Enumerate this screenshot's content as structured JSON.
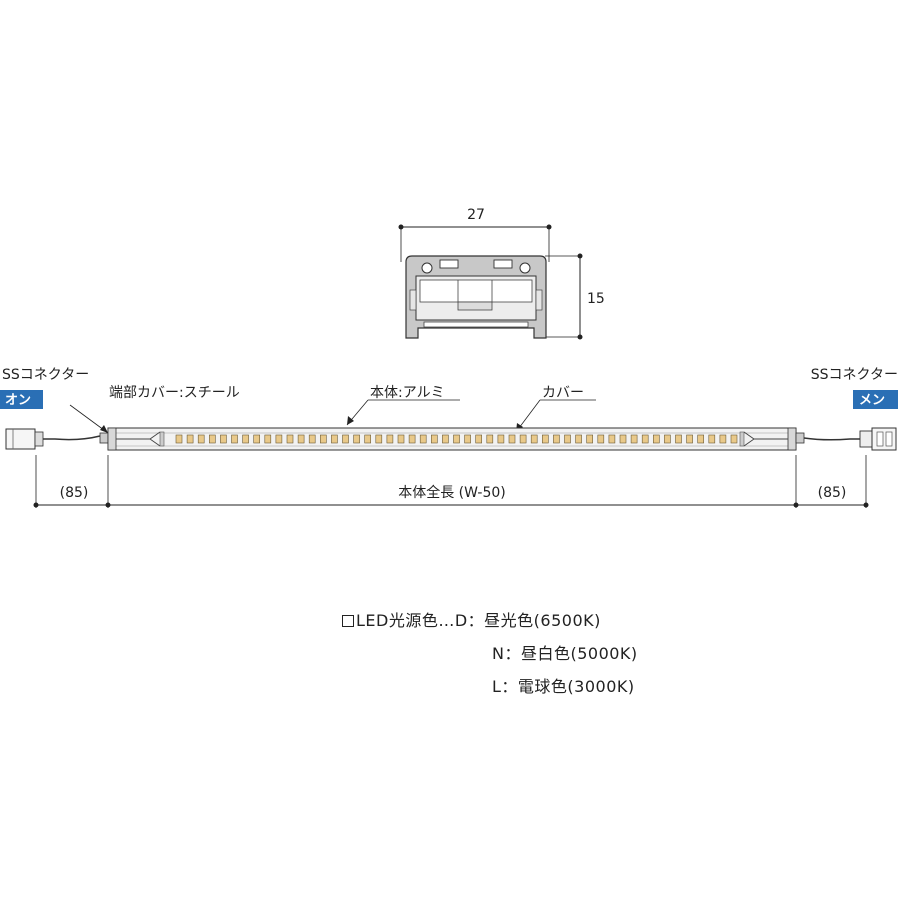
{
  "section_dimensions": {
    "width_label": "27",
    "height_label": "15"
  },
  "labels": {
    "left_connector": "SSコネクター",
    "left_badge": "オン",
    "right_connector": "SSコネクター",
    "right_badge": "メン",
    "end_cover": "端部カバー:スチール",
    "body": "本体:アルミ",
    "cover": "カバー"
  },
  "dimensions": {
    "left_offset": "(85)",
    "total_length": "本体全長 (W-50)",
    "right_offset": "(85)"
  },
  "legend": {
    "row1_prefix": "LED光源色…D：",
    "row1_value": "昼光色(6500K)",
    "row2": "N：昼白色(5000K)",
    "row3": "L：電球色(3000K)"
  },
  "colors": {
    "badge": "#2a6fb5",
    "led": "#e9c98a",
    "profile": "#bdbdbd"
  }
}
